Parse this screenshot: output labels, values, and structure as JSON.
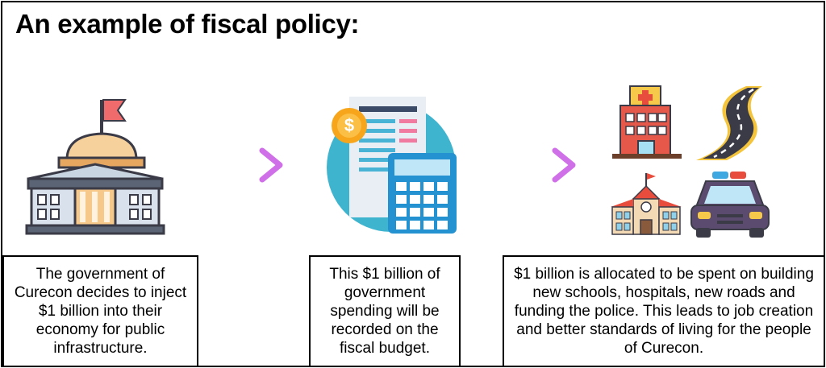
{
  "title": "An example of fiscal policy:",
  "steps": [
    {
      "text": "The government of Curecon decides to inject $1 billion into their economy for public infrastructure.",
      "icon": "government-building-icon"
    },
    {
      "text": "This $1 billion of government spending will be recorded on the fiscal budget.",
      "icon": "budget-calculator-icon"
    },
    {
      "text": "$1 billion is allocated to be spent on building new schools, hospitals, new roads and funding the police. This leads to job creation and better standards of living for the people of Curecon.",
      "icons": [
        "hospital-icon",
        "road-icon",
        "school-icon",
        "police-car-icon"
      ]
    }
  ],
  "colors": {
    "arrow_start": "#66ccf5",
    "arrow_end": "#d070e8",
    "border": "#000000"
  }
}
